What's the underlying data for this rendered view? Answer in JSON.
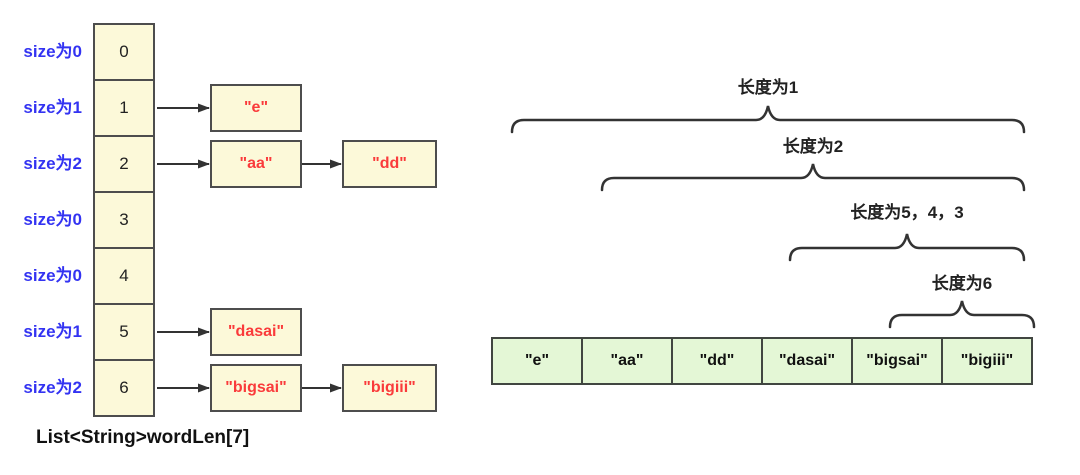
{
  "left_diagram": {
    "caption": "List<String>wordLen[7]",
    "rows": [
      {
        "index": "0",
        "size_label": "size为0",
        "strings": []
      },
      {
        "index": "1",
        "size_label": "size为1",
        "strings": [
          "\"e\""
        ]
      },
      {
        "index": "2",
        "size_label": "size为2",
        "strings": [
          "\"aa\"",
          "\"dd\""
        ]
      },
      {
        "index": "3",
        "size_label": "size为0",
        "strings": []
      },
      {
        "index": "4",
        "size_label": "size为0",
        "strings": []
      },
      {
        "index": "5",
        "size_label": "size为1",
        "strings": [
          "\"dasai\""
        ]
      },
      {
        "index": "6",
        "size_label": "size为2",
        "strings": [
          "\"bigsai\"",
          "\"bigiii\""
        ]
      }
    ]
  },
  "right_diagram": {
    "braces": [
      {
        "label": "长度为1"
      },
      {
        "label": "长度为2"
      },
      {
        "label": "长度为5，4，3"
      },
      {
        "label": "长度为6"
      }
    ],
    "cells": [
      "\"e\"",
      "\"aa\"",
      "\"dd\"",
      "\"dasai\"",
      "\"bigsai\"",
      "\"bigiii\""
    ]
  },
  "colors": {
    "node_fill": "#fcf9d9",
    "node_border": "#4d4d4d",
    "size_label_blue": "#3333f2",
    "string_red": "#fa3b3b",
    "sorted_fill": "#e4f7d6",
    "sorted_border": "#414641",
    "line": "#333333"
  }
}
